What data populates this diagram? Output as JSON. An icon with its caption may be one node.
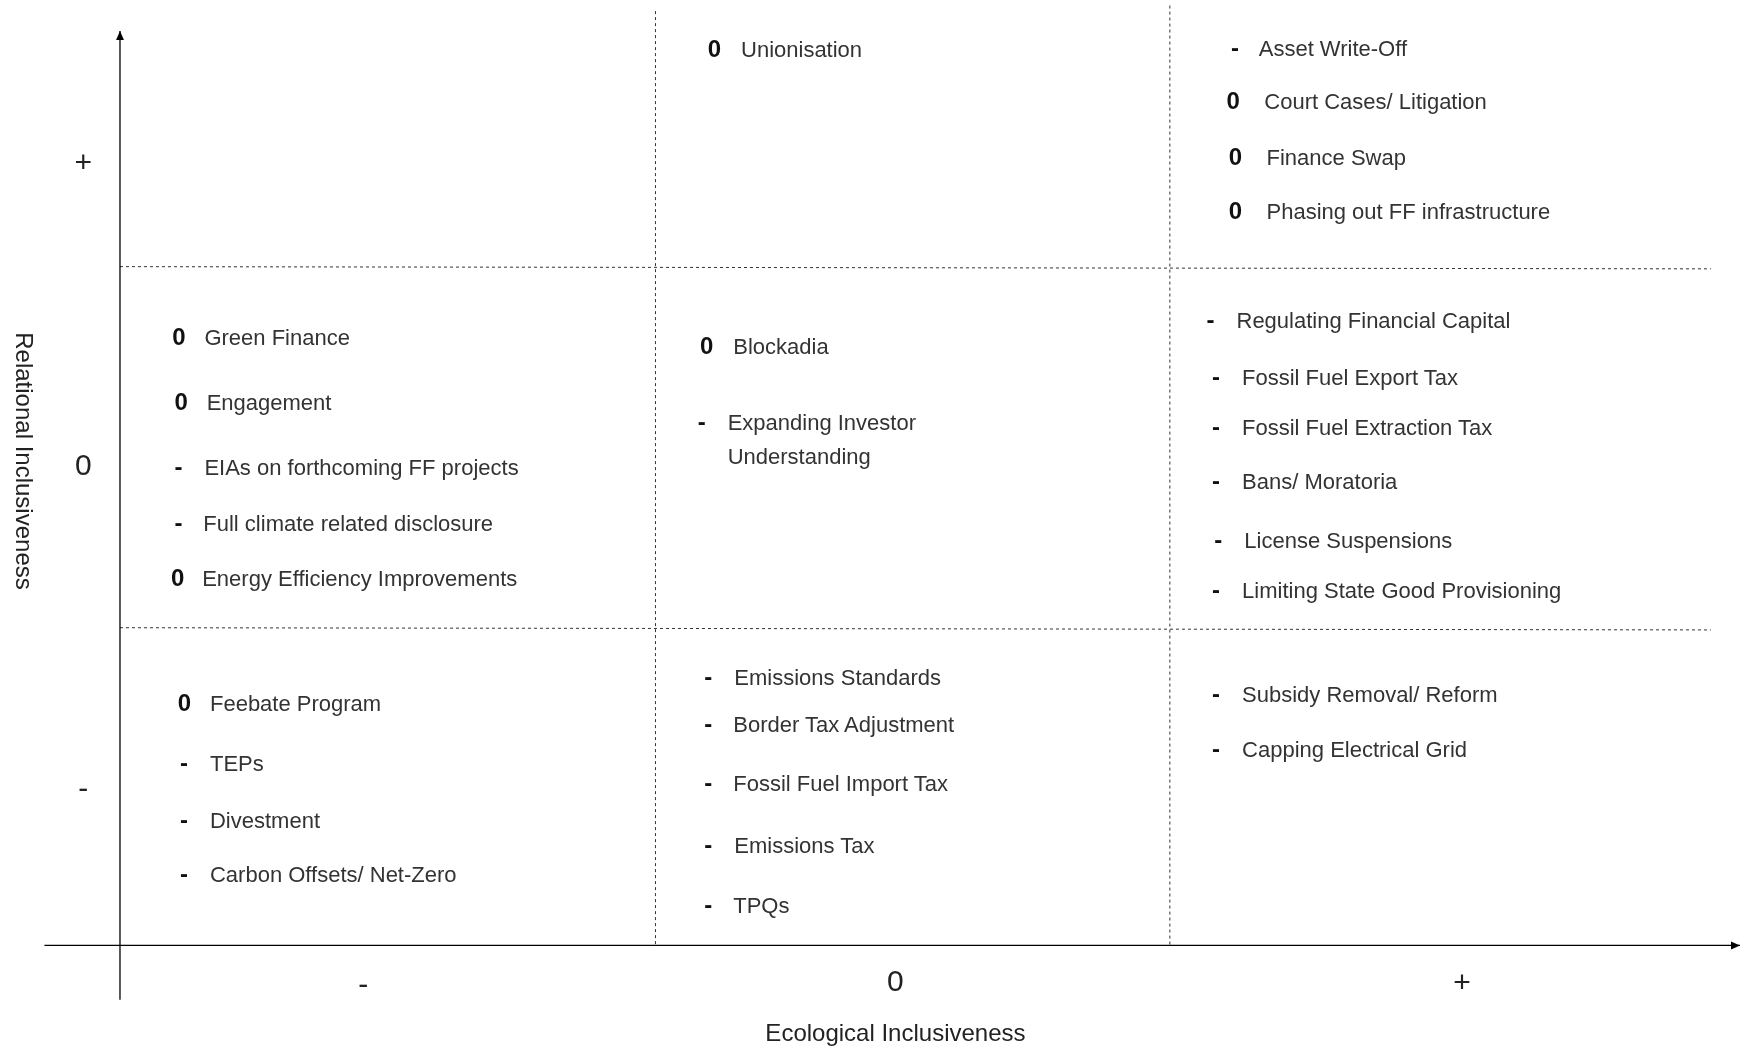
{
  "diagram": {
    "labels": [
      "+",
      "0",
      "Unionisation",
      "-",
      "Asset Write-Off",
      "0",
      "Court Cases/ Litigation",
      "0",
      "Finance Swap",
      "0",
      "Phasing out FF infrastructure",
      "0",
      "0",
      "Green Finance",
      "0",
      "Engagement",
      "-",
      "EIAs on forthcoming FF projects",
      "-",
      "Full climate related disclosure",
      "0",
      "Energy Efficiency Improvements",
      "0",
      "Blockadia",
      "-",
      "Expanding Investor Understanding",
      "-",
      "Regulating Financial Capital",
      "-",
      "Fossil Fuel Export Tax",
      "-",
      "Fossil Fuel Extraction Tax",
      "-",
      "Bans/ Moratoria",
      "-",
      "License Suspensions",
      "-",
      "Limiting State Good Provisioning",
      "-",
      "0",
      "Feebate Program",
      "-",
      "TEPs",
      "-",
      "Divestment",
      "-",
      "Carbon Offsets/ Net-Zero",
      "-",
      "Emissions Standards",
      "-",
      "Border Tax Adjustment",
      "-",
      "Fossil Fuel Import Tax",
      "-",
      "Emissions Tax",
      "-",
      "TPQs",
      "-",
      "Subsidy Removal/ Reform",
      "-",
      "Capping Electrical Grid",
      "-",
      "0",
      "+",
      "Relational Inclusiveness",
      "Ecological Inclusiveness"
    ]
  }
}
